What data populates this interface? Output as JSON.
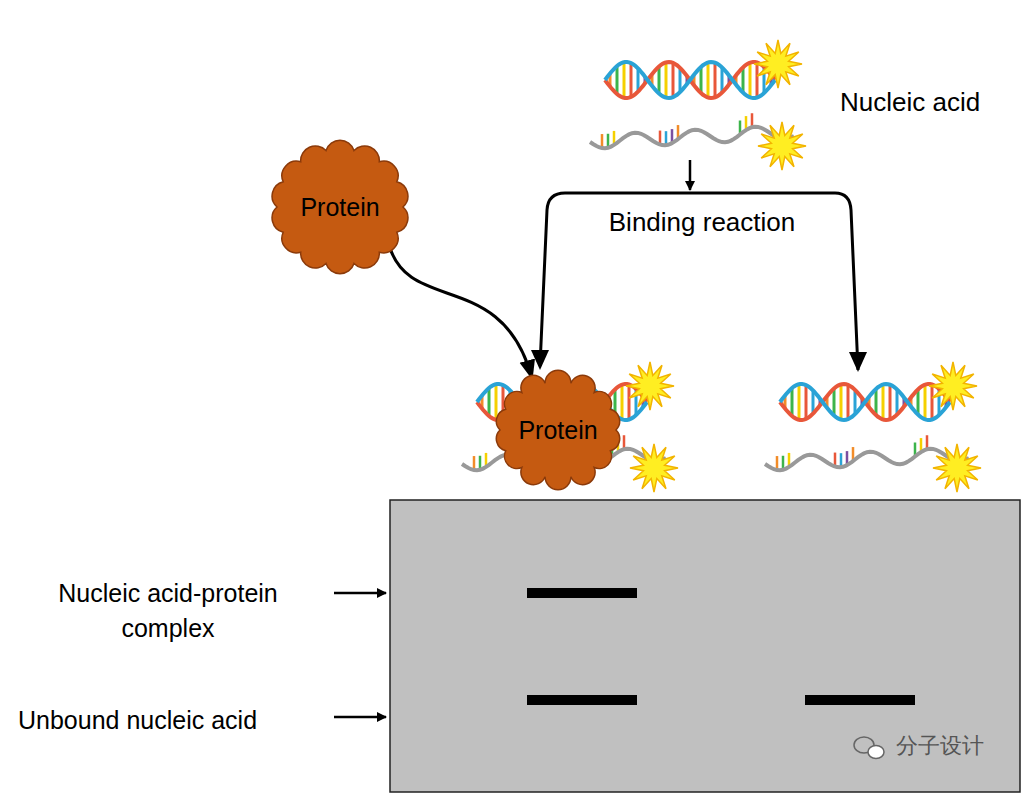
{
  "diagram": {
    "nodes": [
      {
        "text": [
          "Protein"
        ]
      },
      {
        "text": [
          "Protein"
        ]
      }
    ],
    "edges": [
      {
        "from": 0,
        "to": 1,
        "arrow": "to"
      }
    ],
    "labels": [
      "Nucleic acid",
      "Binding reaction",
      "Nucleic acid-protein complex",
      "Unbound nucleic acid",
      "分子设计"
    ]
  }
}
